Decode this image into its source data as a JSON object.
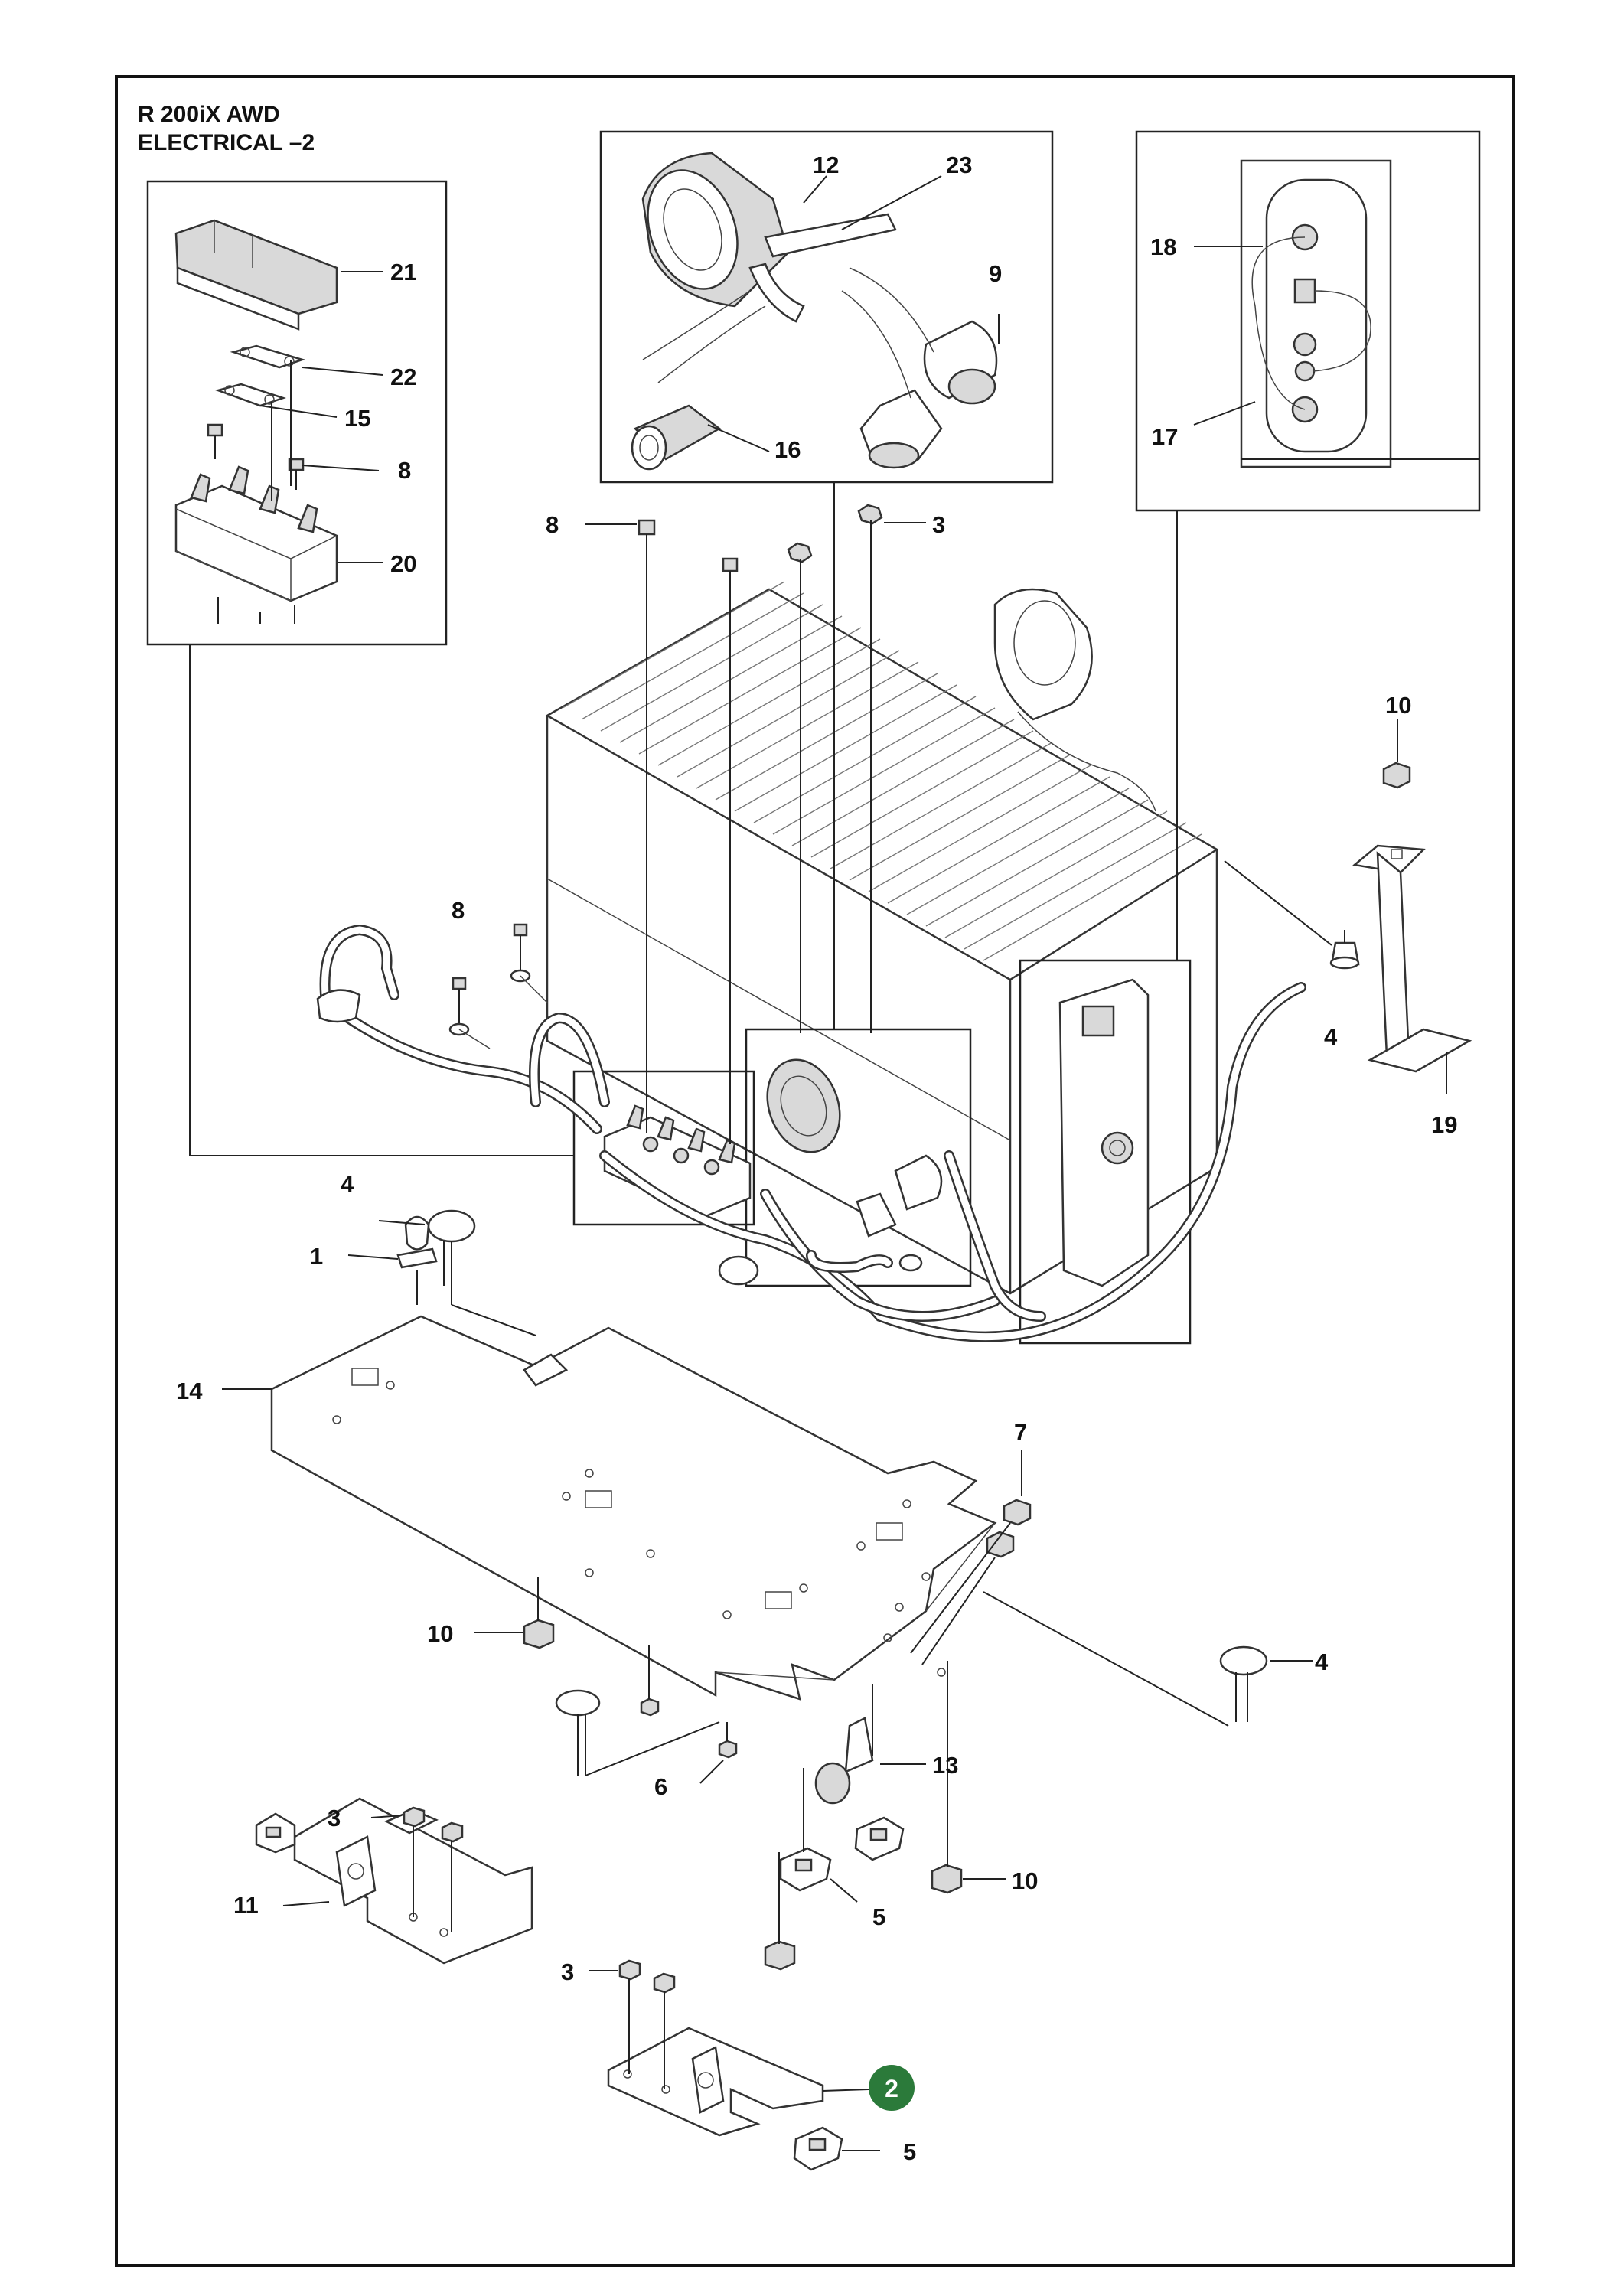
{
  "title": {
    "line1": "R 200iX AWD",
    "line2": "ELECTRICAL –2"
  },
  "labels": {
    "l21": "21",
    "l22": "22",
    "l15": "15",
    "l8a": "8",
    "l20": "20",
    "l12": "12",
    "l23": "23",
    "l9": "9",
    "l16": "16",
    "l18": "18",
    "l17": "17",
    "l8b": "8",
    "l3a": "3",
    "l10a": "10",
    "l8c": "8",
    "l4a": "4",
    "l19": "19",
    "l4b": "4",
    "l1": "1",
    "l14": "14",
    "l7": "7",
    "l10b": "10",
    "l4c": "4",
    "l13": "13",
    "l6": "6",
    "l3b": "3",
    "l11": "11",
    "l10c": "10",
    "l5a": "5",
    "l3c": "3",
    "l2": "2",
    "l5b": "5"
  },
  "accent_color": "#2b7a3a"
}
